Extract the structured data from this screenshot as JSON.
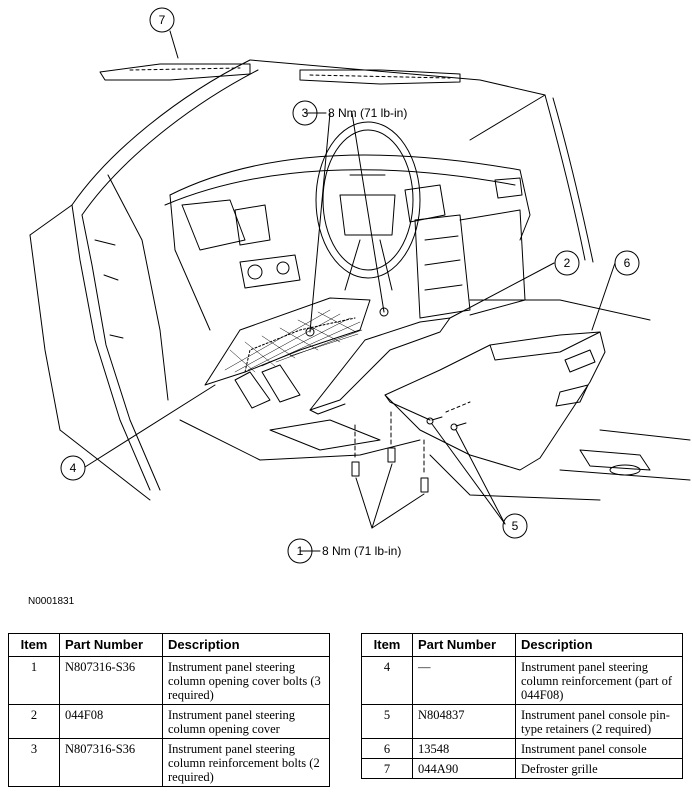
{
  "callouts": {
    "c1": {
      "num": "1",
      "torque": "8 Nm (71 lb-in)"
    },
    "c2": {
      "num": "2"
    },
    "c3": {
      "num": "3",
      "torque": "8 Nm (71 lb-in)"
    },
    "c4": {
      "num": "4"
    },
    "c5": {
      "num": "5"
    },
    "c6": {
      "num": "6"
    },
    "c7": {
      "num": "7"
    }
  },
  "figure_id": "N0001831",
  "table": {
    "headers": {
      "item": "Item",
      "part_number": "Part Number",
      "description": "Description"
    },
    "left_rows": [
      {
        "item": "1",
        "part_number": "N807316-S36",
        "description": "Instrument panel steering column opening cover bolts (3 required)"
      },
      {
        "item": "2",
        "part_number": "044F08",
        "description": "Instrument panel steering column opening cover"
      },
      {
        "item": "3",
        "part_number": "N807316-S36",
        "description": "Instrument panel steering column reinforcement bolts (2 required)"
      }
    ],
    "right_rows": [
      {
        "item": "4",
        "part_number": "—",
        "description": "Instrument panel steering column reinforcement (part of 044F08)"
      },
      {
        "item": "5",
        "part_number": "N804837",
        "description": "Instrument panel console pin-type retainers (2 required)"
      },
      {
        "item": "6",
        "part_number": "13548",
        "description": "Instrument panel console"
      },
      {
        "item": "7",
        "part_number": "044A90",
        "description": "Defroster grille"
      }
    ]
  }
}
